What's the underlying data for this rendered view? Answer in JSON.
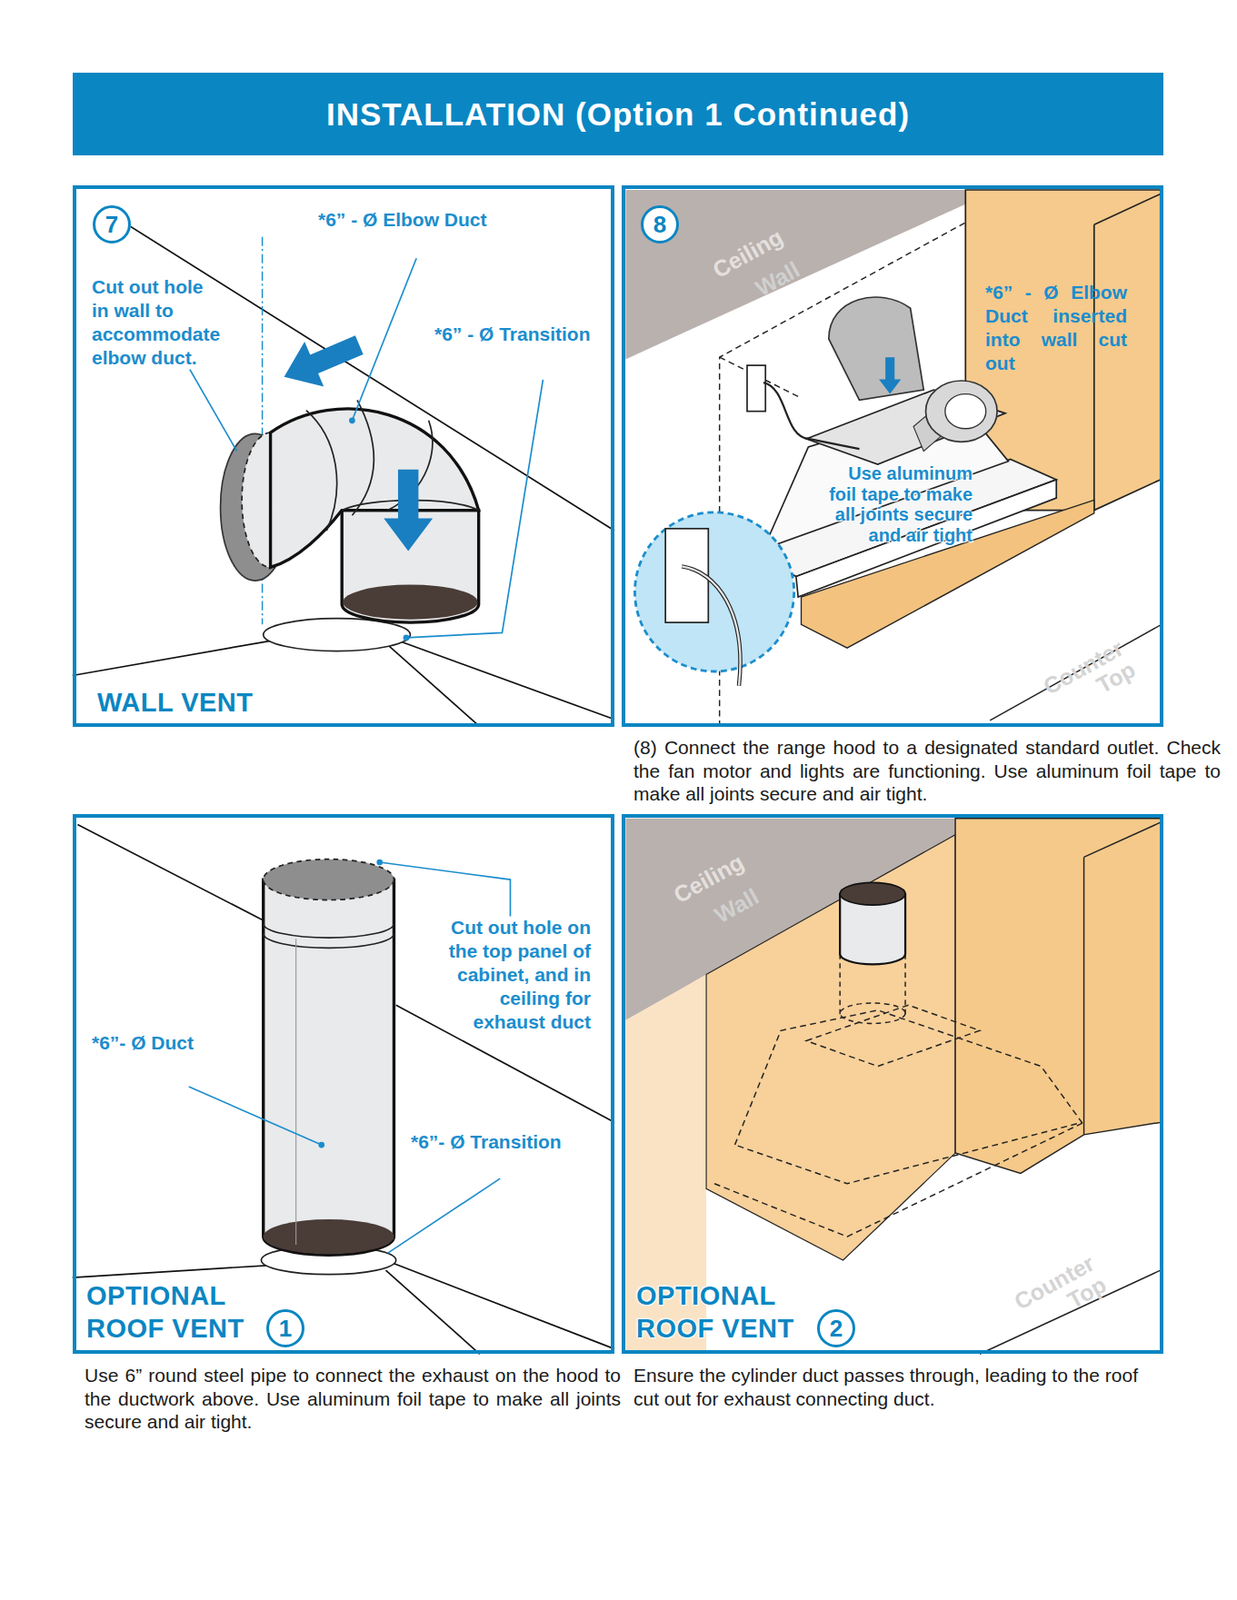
{
  "diagram": {
    "title": "INSTALLATION (Option 1 Continued)",
    "nodes": [
      {
        "text": [
          "WALL VENT"
        ]
      },
      {
        "text": [
          "7"
        ],
        "in": 0
      },
      {
        "text": [
          "(8) Connect the range hood to a designated standard outlet. Check the fan motor and lights are functioning. Use aluminum foil tape to make all joints secure and air tight."
        ]
      },
      {
        "text": [
          "8"
        ],
        "in": 2
      },
      {
        "text": [
          "OPTIONAL ROOF VENT",
          "Use 6” round steel pipe to connect the exhaust on the hood to the ductwork above. Use aluminum foil tape to make all joints secure and air tight."
        ]
      },
      {
        "text": [
          "1"
        ],
        "in": 4
      },
      {
        "text": [
          "OPTIONAL ROOF VENT",
          "Ensure the cylinder duct passes through, leading to the roof cut out for exhaust connecting duct."
        ]
      },
      {
        "text": [
          "2"
        ],
        "in": 6
      }
    ],
    "labels": [
      "*6” - Ø Elbow Duct",
      "Cut out hole in wall to accommodate elbow duct.",
      "*6” - Ø Transition",
      "Ceiling",
      "Wall",
      "*6” - Ø Elbow Duct inserted into wall cut out",
      "Use aluminum foil tape to make all joints secure and air tight",
      "Counter Top",
      "Cut out hole on the top panel of cabinet, and in ceiling for exhaust duct",
      "*6”- Ø Duct",
      "*6”- Ø Transition",
      "Ceiling",
      "Wall",
      "Counter Top"
    ]
  }
}
